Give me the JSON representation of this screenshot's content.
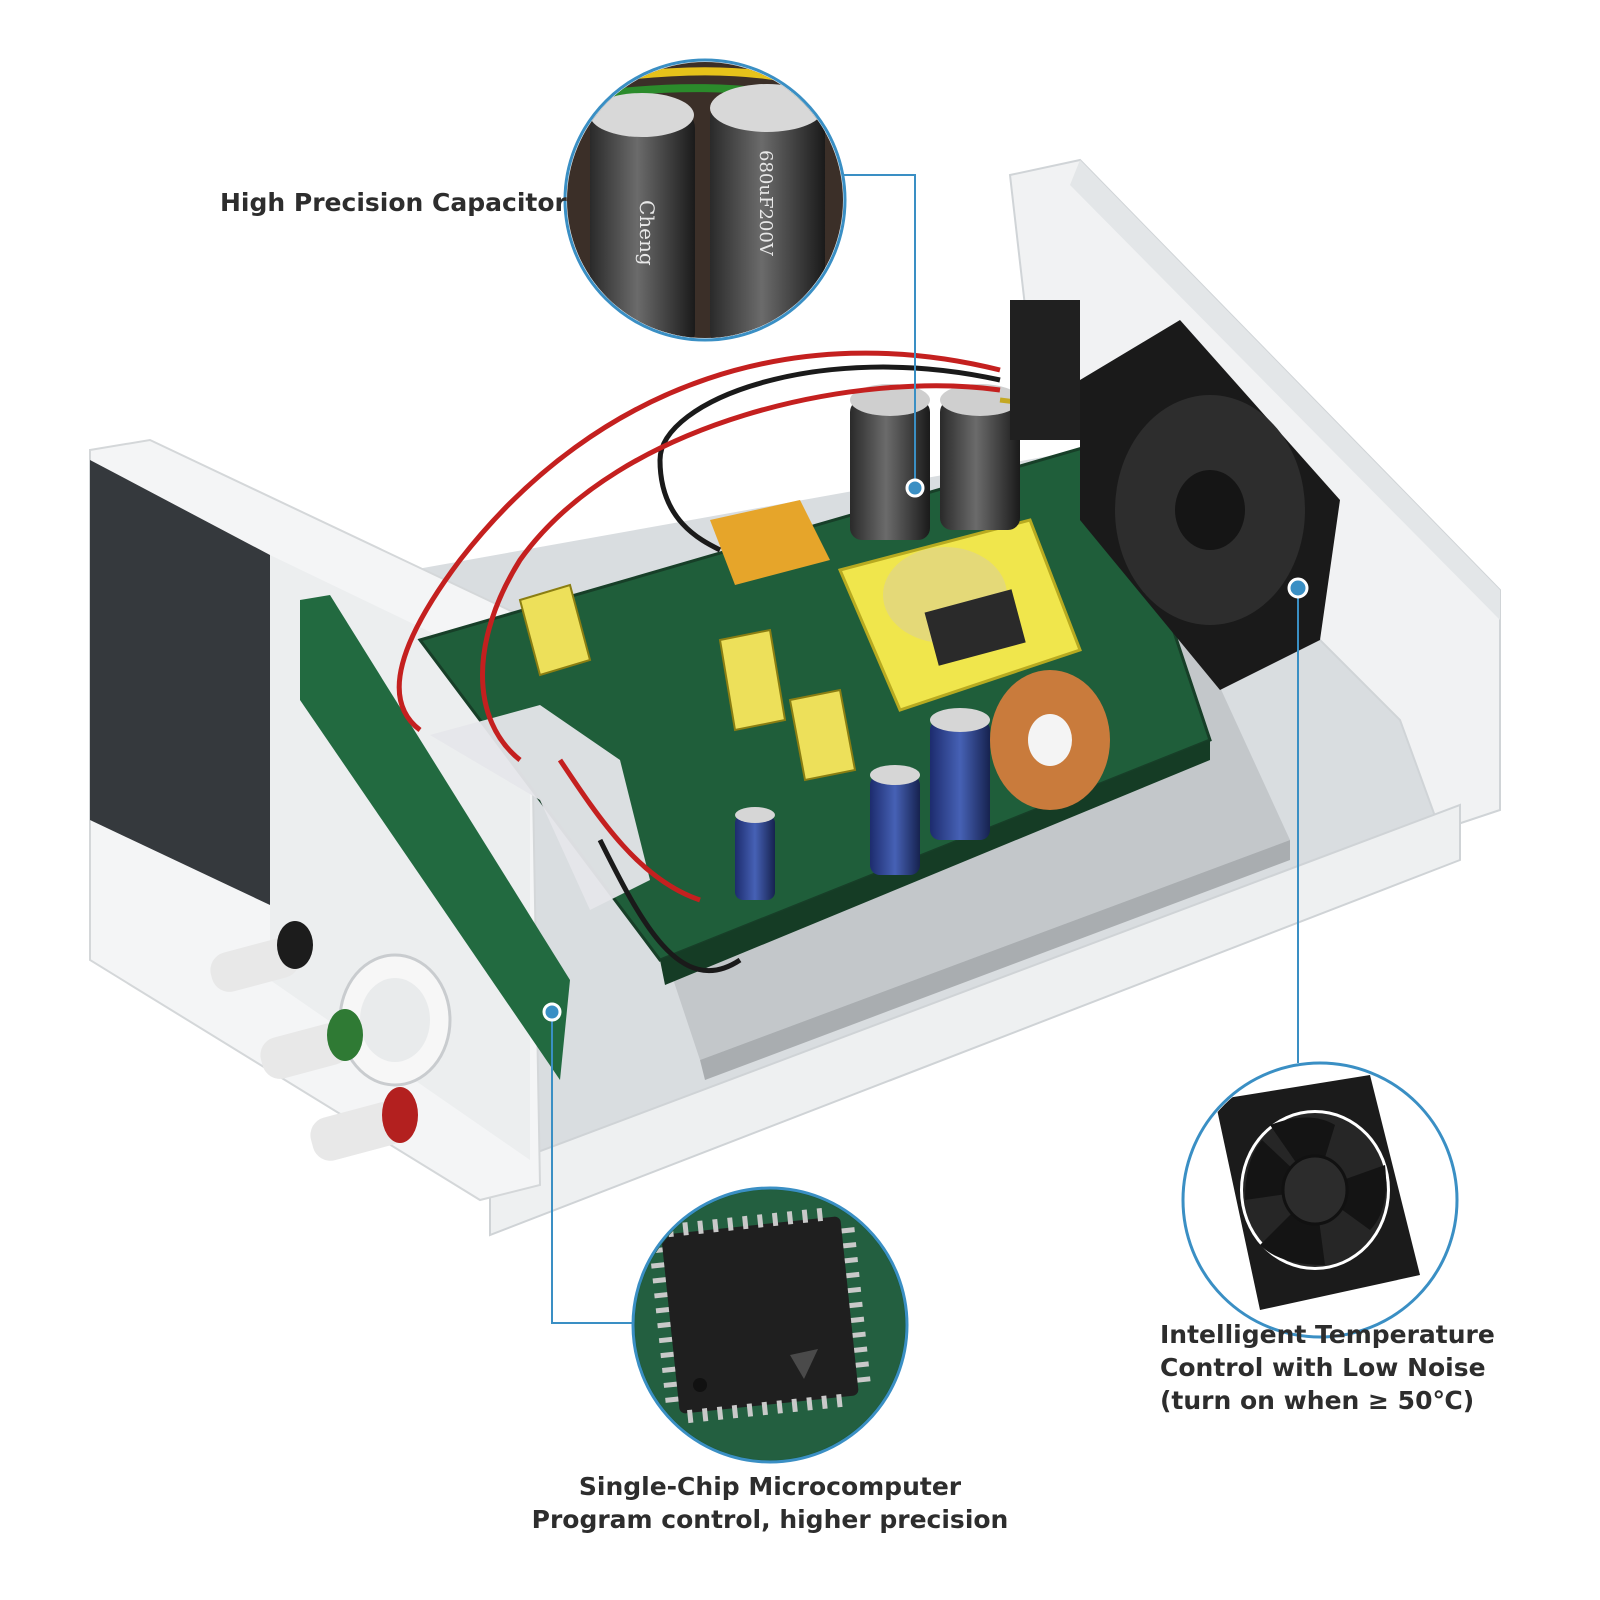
{
  "callouts": {
    "capacitor": {
      "title": "High Precision Capacitor"
    },
    "microcomputer": {
      "line1": "Single-Chip Microcomputer",
      "line2": "Program control, higher precision"
    },
    "fan": {
      "line1": "Intelligent Temperature",
      "line2": "Control with Low Noise",
      "line3": "(turn on when ≥ 50℃)"
    }
  },
  "product_markings": {
    "capacitor_brand": "Cheng",
    "capacitor_rating": "680uF200V"
  },
  "colors": {
    "callout_line": "#3a8fc4",
    "pcb_green": "#1f5e3a",
    "casing_white": "#eef0f1",
    "label_text": "#2d2d2d"
  }
}
